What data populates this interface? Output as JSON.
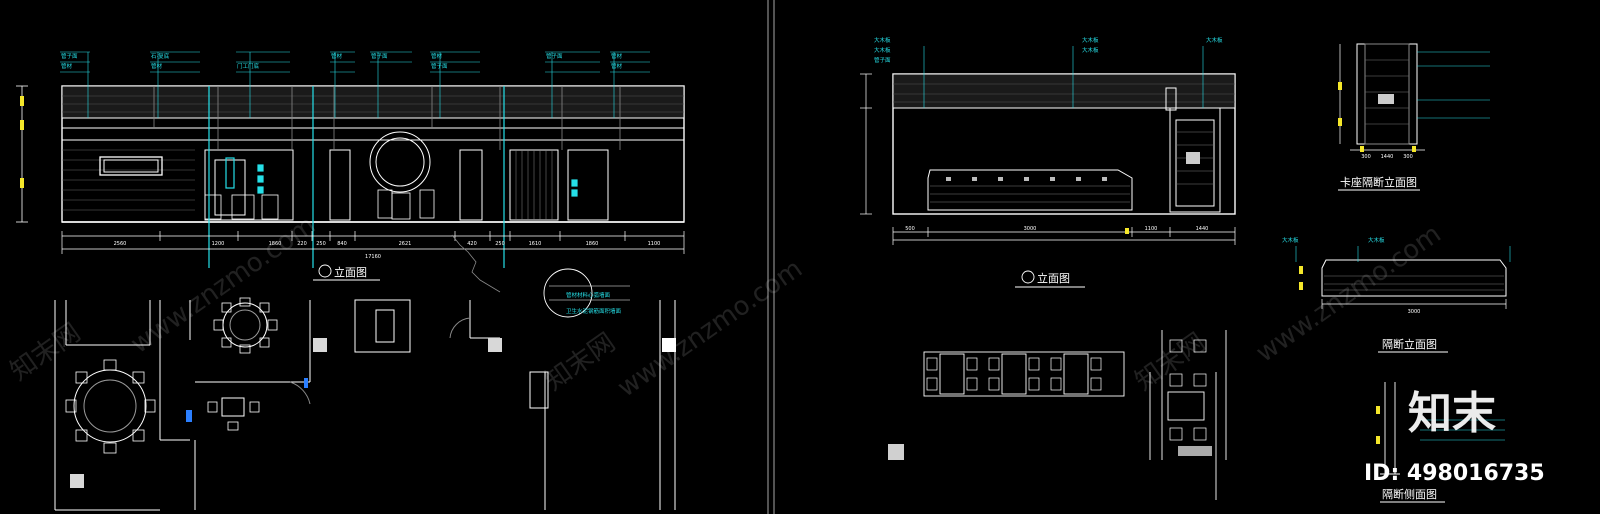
{
  "colors": {
    "background": "#000000",
    "linework": "#ffffff",
    "annotation": "#26e0e8",
    "highlight": "#f5e72a",
    "panel_divider": "#9a9a9a"
  },
  "left_sheet": {
    "elevation_title": "立面图",
    "dimension_labels": [
      "2560",
      "1200",
      "1860",
      "220",
      "250",
      "840",
      "2621",
      "420",
      "250",
      "1610",
      "1860",
      "1100"
    ],
    "total_dimension": "17160",
    "callouts": [
      "管子面",
      "石·复底",
      "管材",
      "门工门底",
      "管材",
      "管子面",
      "管材",
      "管子面",
      "管子面",
      "管材",
      "管材",
      "管材"
    ],
    "detail_notes": [
      "管材材料心弧墙面",
      "卫生水泥钢筋面积墙面"
    ]
  },
  "right_sheet": {
    "elevation_title": "立面图",
    "dimension_labels": [
      "500",
      "3000",
      "1100",
      "1440"
    ],
    "booth_partition_title": "卡座隔断立面图",
    "booth_partition_dims": [
      "300",
      "1440",
      "300"
    ],
    "partition_title": "隔断立面图",
    "partition_total": "3000",
    "partition_section_title": "隔断侧面图",
    "callouts": [
      "大木板",
      "大木板",
      "管子面",
      "大木板",
      "大木板",
      "大木板",
      "大木板",
      "大木板"
    ]
  },
  "watermark": {
    "url_text": "www.znzmo.com",
    "site_name": "知末网",
    "brand_logo": "知末",
    "image_id": "ID: 498016735"
  }
}
